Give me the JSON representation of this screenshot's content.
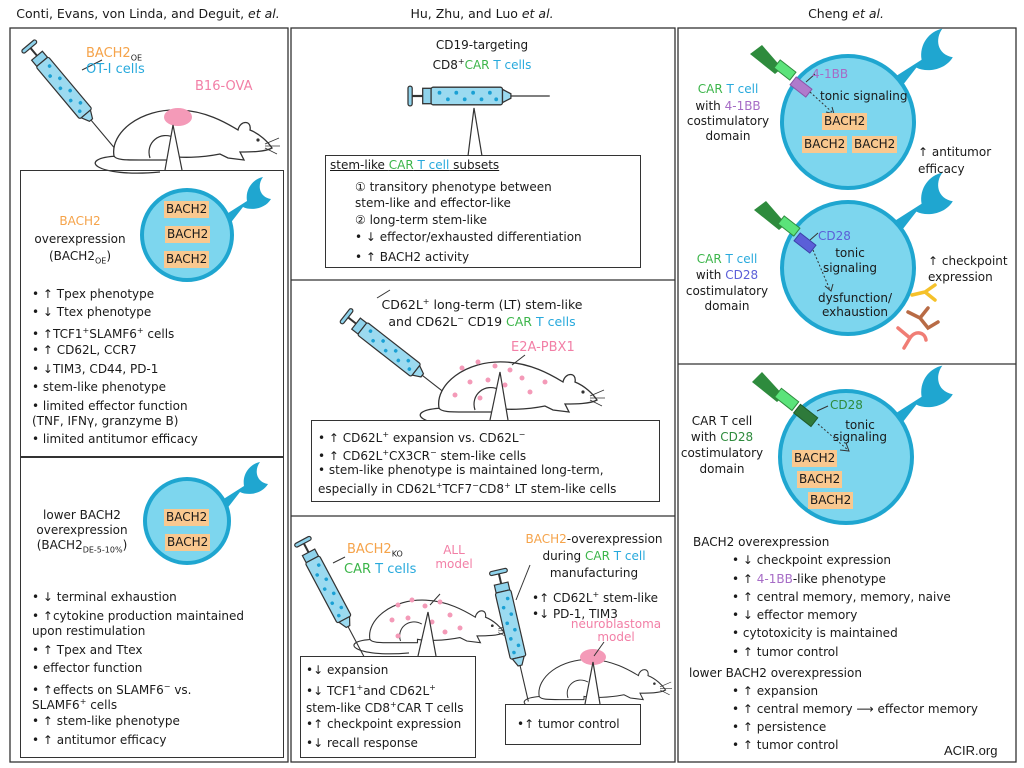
{
  "colors": {
    "orange": "#f5a34a",
    "cyan": "#27a9dc",
    "green": "#3cb54a",
    "pink": "#f27fa6",
    "purple": "#a66cc6",
    "blue": "#5b5fd8",
    "dkgreen": "#2e8b3d",
    "cell": "#7dd6ee",
    "cell_border": "#1fa6d0",
    "bach_box": "#f9c88f"
  },
  "headers": {
    "left": [
      {
        "t": "Conti, Evans, von Linda, and Deguit, "
      },
      {
        "t": "et al.",
        "i": true
      }
    ],
    "middle": [
      {
        "t": "Hu, Zhu, and Luo "
      },
      {
        "t": "et al.",
        "i": true
      }
    ],
    "right": [
      {
        "t": "Cheng "
      },
      {
        "t": "et al.",
        "i": true
      }
    ]
  },
  "left": {
    "syringe_label_1": [
      {
        "t": "BACH2",
        "c": "orange"
      },
      {
        "t": "OE",
        "sub": true
      }
    ],
    "syringe_label_2": [
      {
        "t": "OT-I  cells",
        "c": "cyan"
      }
    ],
    "tumor_label": [
      {
        "t": "B16-OVA",
        "c": "pink"
      }
    ],
    "box1": {
      "title": [
        [
          {
            "t": "BACH2",
            "c": "orange"
          }
        ],
        [
          {
            "t": "overexpression"
          }
        ],
        [
          {
            "t": "(BACH2"
          },
          {
            "t": "OE",
            "sub": true
          },
          {
            "t": ")"
          }
        ]
      ],
      "cell_genes": [
        "BACH2",
        "BACH2",
        "BACH2"
      ],
      "bullets": [
        [
          {
            "t": "• ↑ Tpex phenotype"
          }
        ],
        [
          {
            "t": "• ↓ Ttex phenotype"
          }
        ],
        [
          {
            "t": "• ↑TCF1"
          },
          {
            "t": "+",
            "sup": true
          },
          {
            "t": "SLAMF6"
          },
          {
            "t": "+",
            "sup": true
          },
          {
            "t": " cells"
          }
        ],
        [
          {
            "t": "• ↑ CD62L, CCR7"
          }
        ],
        [
          {
            "t": "• ↓TIM3, CD44, PD-1"
          }
        ],
        [
          {
            "t": "• stem-like phenotype"
          }
        ],
        [
          {
            "t": "• limited  effector function"
          }
        ],
        [
          {
            "t": "   (TNF, IFNγ, granzyme B)"
          }
        ],
        [
          {
            "t": "• limited antitumor efficacy"
          }
        ]
      ]
    },
    "box2": {
      "title": [
        [
          {
            "t": "lower BACH2"
          }
        ],
        [
          {
            "t": "overexpression"
          }
        ],
        [
          {
            "t": "(BACH2"
          },
          {
            "t": "DE-5-10%",
            "sub": true
          },
          {
            "t": ")"
          }
        ]
      ],
      "cell_genes": [
        "BACH2",
        "BACH2"
      ],
      "bullets": [
        [
          {
            "t": "• ↓ terminal exhaustion"
          }
        ],
        [
          {
            "t": "• ↑cytokine production maintained"
          }
        ],
        [
          {
            "t": "   upon restimulation"
          }
        ],
        [
          {
            "t": "• ↑ Tpex and Ttex"
          }
        ],
        [
          {
            "t": "• effector function"
          }
        ],
        [
          {
            "t": "• ↑effects on SLAMF6"
          },
          {
            "t": "−",
            "sup": true
          },
          {
            "t": " vs."
          }
        ],
        [
          {
            "t": "   SLAMF6"
          },
          {
            "t": "+",
            "sup": true
          },
          {
            "t": " cells"
          }
        ],
        [
          {
            "t": "• ↑ stem-like phenotype"
          }
        ],
        [
          {
            "t": "• ↑ antitumor efficacy"
          }
        ]
      ]
    }
  },
  "middle": {
    "s1": {
      "title_1": [
        {
          "t": "CD19-targeting"
        }
      ],
      "title_2": [
        {
          "t": "CD8"
        },
        {
          "t": "+",
          "sup": true
        },
        {
          "t": "CAR",
          "c": "green"
        },
        {
          "t": " T cells",
          "c": "cyan"
        }
      ],
      "box_title": [
        {
          "t": "stem-like "
        },
        {
          "t": "CAR",
          "c": "green"
        },
        {
          "t": " T cell",
          "c": "cyan"
        },
        {
          "t": " subsets"
        }
      ],
      "lines": [
        [
          {
            "t": "① transitory phenotype between"
          }
        ],
        [
          {
            "t": "     stem-like  and  effector-like"
          }
        ],
        [
          {
            "t": "② long-term stem-like"
          }
        ],
        [
          {
            "t": "       • ↓ effector/exhausted differentiation"
          }
        ],
        [
          {
            "t": "       • ↑ BACH2 activity"
          }
        ]
      ]
    },
    "s2": {
      "title_1": [
        {
          "t": "CD62L"
        },
        {
          "t": "+",
          "sup": true
        },
        {
          "t": " long-term (LT) stem-like"
        }
      ],
      "title_2": [
        {
          "t": "and CD62L"
        },
        {
          "t": "−",
          "sup": true
        },
        {
          "t": " CD19 "
        },
        {
          "t": "CAR",
          "c": "green"
        },
        {
          "t": " T cells",
          "c": "cyan"
        }
      ],
      "tumor_label": [
        {
          "t": "E2A-PBX1",
          "c": "pink"
        }
      ],
      "lines": [
        [
          {
            "t": "• ↑ CD62L"
          },
          {
            "t": "+",
            "sup": true
          },
          {
            "t": " expansion vs.  CD62L"
          },
          {
            "t": "−",
            "sup": true
          }
        ],
        [
          {
            "t": "• ↑ CD62L"
          },
          {
            "t": "+",
            "sup": true
          },
          {
            "t": "CX3CR"
          },
          {
            "t": "−",
            "sup": true
          },
          {
            "t": " stem-like cells"
          }
        ],
        [
          {
            "t": "• stem-like phenotype is maintained long-term,"
          }
        ],
        [
          {
            "t": "   especially in CD62L"
          },
          {
            "t": "+",
            "sup": true
          },
          {
            "t": "TCF7"
          },
          {
            "t": "−",
            "sup": true
          },
          {
            "t": "CD8"
          },
          {
            "t": "+",
            "sup": true
          },
          {
            "t": " LT stem-like cells"
          }
        ]
      ]
    },
    "s3": {
      "ko_label_1": [
        {
          "t": "BACH2",
          "c": "orange"
        },
        {
          "t": "KO",
          "sub": true
        }
      ],
      "ko_label_2": [
        {
          "t": "CAR",
          "c": "green"
        },
        {
          "t": " T",
          "c": "cyan"
        },
        {
          "t": " cells",
          "c": "cyan"
        }
      ],
      "all_label": [
        [
          {
            "t": "ALL",
            "c": "pink"
          }
        ],
        [
          {
            "t": "model",
            "c": "pink"
          }
        ]
      ],
      "ko_lines": [
        [
          {
            "t": "•↓ expansion"
          }
        ],
        [
          {
            "t": "•↓ TCF1"
          },
          {
            "t": "+",
            "sup": true
          },
          {
            "t": "and CD62L"
          },
          {
            "t": "+",
            "sup": true
          }
        ],
        [
          {
            "t": "  stem-like CD8"
          },
          {
            "t": "+",
            "sup": true
          },
          {
            "t": "CAR T cells"
          }
        ],
        [
          {
            "t": "•↑ checkpoint expression"
          }
        ],
        [
          {
            "t": "•↓ recall response"
          }
        ]
      ],
      "oe_title": [
        [
          {
            "t": "BACH2",
            "c": "orange"
          },
          {
            "t": "-overexpression"
          }
        ],
        [
          {
            "t": "during "
          },
          {
            "t": "CAR",
            "c": "green"
          },
          {
            "t": " T cell",
            "c": "cyan"
          }
        ],
        [
          {
            "t": "manufacturing"
          }
        ]
      ],
      "oe_bullets": [
        [
          {
            "t": "•↑ CD62L"
          },
          {
            "t": "+",
            "sup": true
          },
          {
            "t": " stem-like"
          }
        ],
        [
          {
            "t": "•↓ PD-1, TIM3"
          }
        ]
      ],
      "nb_label": [
        [
          {
            "t": "neuroblastoma",
            "c": "pink"
          }
        ],
        [
          {
            "t": "model",
            "c": "pink"
          }
        ]
      ],
      "oe_result": [
        {
          "t": "•↑ tumor control"
        }
      ]
    }
  },
  "right": {
    "cell1": {
      "label": [
        [
          {
            "t": "CAR",
            "c": "green"
          },
          {
            "t": " T cell",
            "c": "cyan"
          }
        ],
        [
          {
            "t": "with "
          },
          {
            "t": "4-1BB",
            "c": "purple"
          }
        ],
        [
          {
            "t": "costimulatory"
          }
        ],
        [
          {
            "t": "domain"
          }
        ]
      ],
      "domain": [
        {
          "t": "4-1BB",
          "c": "purple"
        }
      ],
      "signal": [
        {
          "t": "tonic signaling"
        }
      ],
      "genes": [
        "BACH2",
        "BACH2",
        "BACH2"
      ],
      "outcome": [
        [
          {
            "t": "↑ antitumor"
          }
        ],
        [
          {
            "t": "   efficacy"
          }
        ]
      ]
    },
    "cell2": {
      "label": [
        [
          {
            "t": "CAR",
            "c": "green"
          },
          {
            "t": " T cell",
            "c": "cyan"
          }
        ],
        [
          {
            "t": "with "
          },
          {
            "t": "CD28",
            "c": "blue"
          }
        ],
        [
          {
            "t": "costimulatory"
          }
        ],
        [
          {
            "t": "domain"
          }
        ]
      ],
      "domain": [
        {
          "t": "CD28",
          "c": "blue"
        }
      ],
      "signal": [
        [
          {
            "t": "tonic"
          }
        ],
        [
          {
            "t": "signaling"
          }
        ]
      ],
      "result": [
        [
          {
            "t": "dysfunction/"
          }
        ],
        [
          {
            "t": "exhaustion"
          }
        ]
      ],
      "outcome": [
        [
          {
            "t": "↑ checkpoint"
          }
        ],
        [
          {
            "t": "  expression"
          }
        ]
      ]
    },
    "cell3": {
      "label": [
        [
          {
            "t": "CAR T cell"
          }
        ],
        [
          {
            "t": "with "
          },
          {
            "t": "CD28",
            "c": "dkgreen"
          }
        ],
        [
          {
            "t": "costimulatory"
          }
        ],
        [
          {
            "t": "domain"
          }
        ]
      ],
      "domain": [
        {
          "t": "CD28",
          "c": "dkgreen"
        }
      ],
      "signal": [
        [
          {
            "t": "tonic"
          }
        ],
        [
          {
            "t": "signaling"
          }
        ]
      ],
      "genes": [
        "BACH2",
        "BACH2",
        "BACH2"
      ]
    },
    "oe_title": [
      {
        "t": "BACH2 overexpression"
      }
    ],
    "oe_bullets": [
      [
        {
          "t": "• ↓ checkpoint expression"
        }
      ],
      [
        {
          "t": "• ↑ "
        },
        {
          "t": "4-1BB",
          "c": "purple"
        },
        {
          "t": "-like phenotype"
        }
      ],
      [
        {
          "t": "• ↑ central memory, memory, naive"
        }
      ],
      [
        {
          "t": "• ↓ effector memory"
        }
      ],
      [
        {
          "t": "• cytotoxicity is maintained"
        }
      ],
      [
        {
          "t": "• ↑ tumor control"
        }
      ]
    ],
    "low_title": [
      {
        "t": "lower BACH2 overexpression"
      }
    ],
    "low_bullets": [
      [
        {
          "t": "• ↑ expansion"
        }
      ],
      [
        {
          "t": "• ↑ central memory ⟶ effector memory"
        }
      ],
      [
        {
          "t": "• ↑ persistence"
        }
      ],
      [
        {
          "t": "• ↑ tumor control"
        }
      ]
    ],
    "credit": "ACIR.org"
  }
}
